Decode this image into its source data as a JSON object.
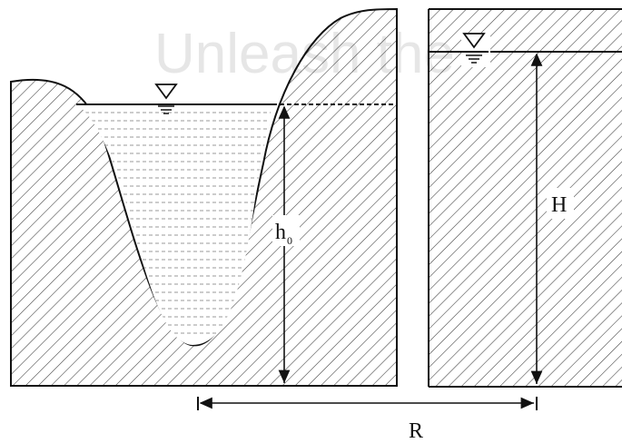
{
  "watermark": "Unleash the",
  "labels": {
    "h0_main": "h",
    "h0_sub": "0",
    "H": "H",
    "R": "R"
  },
  "colors": {
    "ink": "#111111",
    "hatch": "#3a3a3a",
    "water_dash": "#9a9a9a",
    "watermark": "#e6e6e6"
  },
  "icons": {
    "water_surface_left": "water-level-triangle-icon",
    "water_surface_right": "water-level-triangle-icon"
  }
}
